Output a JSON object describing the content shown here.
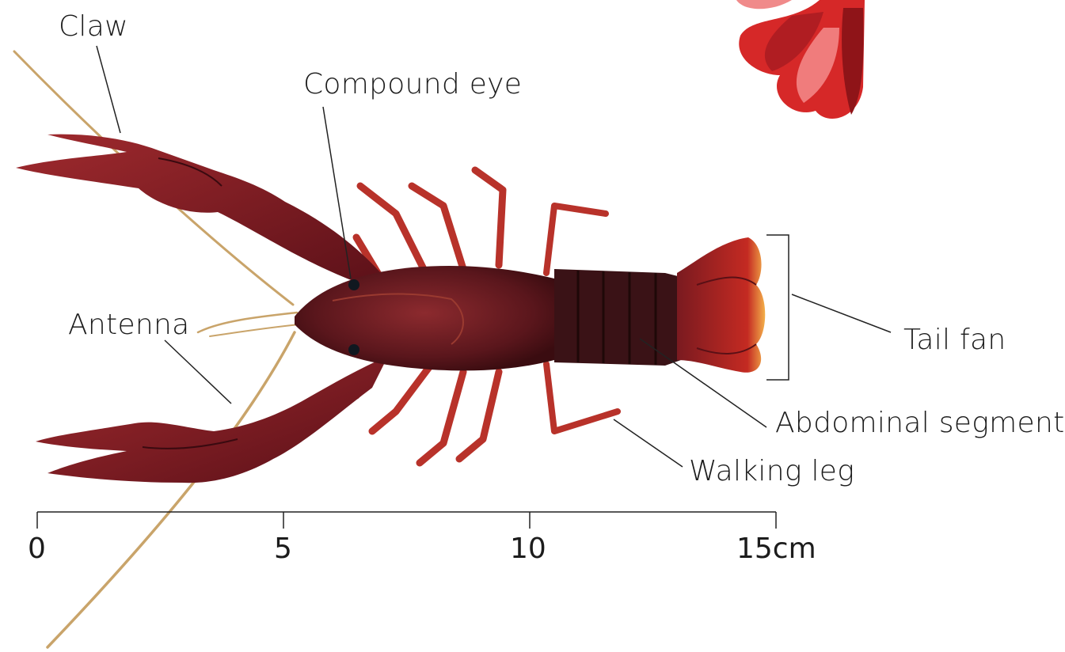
{
  "labels": {
    "claw": "Claw",
    "compound_eye": "Compound eye",
    "antenna": "Antenna",
    "tail_fan": "Tail fan",
    "abdominal_segment": "Abdominal segment",
    "walking_leg": "Walking leg"
  },
  "scale": {
    "ticks": [
      "0",
      "5",
      "10",
      "15cm"
    ]
  },
  "colors": {
    "body": "#7a1a22",
    "body_dark": "#4a0f16",
    "leg": "#c0392b",
    "antenna": "#c9a46a",
    "accent_petal": "#d62828",
    "line": "#222222"
  }
}
